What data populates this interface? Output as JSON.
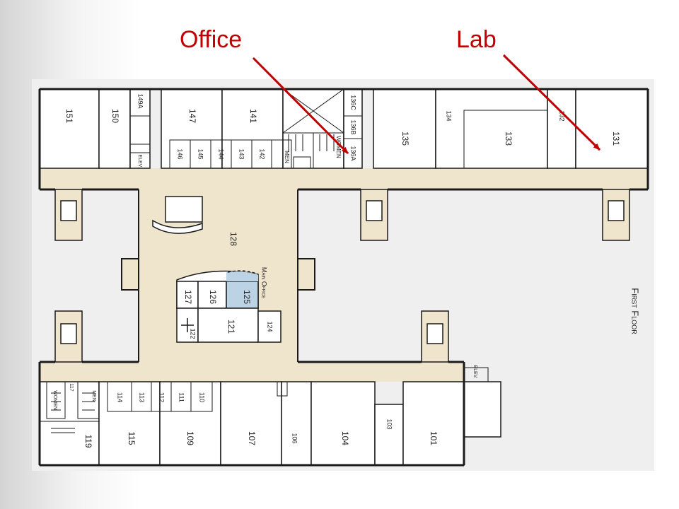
{
  "callouts": {
    "office": "Office",
    "lab": "Lab",
    "color": "#c00000"
  },
  "plan": {
    "floor_label": "First Floor",
    "main_office_label": "Main Office",
    "colors": {
      "corridor": "#efe4cc",
      "paper": "#efefef",
      "room": "#ffffff",
      "highlight": "#bcd3e6",
      "wall": "#1a1a1a"
    },
    "rooms": {
      "r151": "151",
      "r150": "150",
      "r149a": "149A",
      "r147": "147",
      "r141": "141",
      "r146": "146",
      "r145": "145",
      "r144": "144",
      "r143": "143",
      "r142": "142",
      "r136c": "136C",
      "r136b": "136B",
      "r136a": "136A",
      "r135": "135",
      "r134": "134",
      "r133": "133",
      "r132": "132",
      "r131": "131",
      "r128": "128",
      "r127": "127",
      "r126": "126",
      "r125": "125",
      "r121": "121",
      "r122": "122",
      "r124": "124",
      "r119": "119",
      "r115": "115",
      "r114": "114",
      "r113": "113",
      "r112": "112",
      "r111": "111",
      "r110": "110",
      "r109": "109",
      "r107": "107",
      "r106": "106",
      "r104": "104",
      "r103": "103",
      "r101": "101",
      "r117": "117"
    },
    "restrooms": {
      "men_top": "Men",
      "women_top": "Women",
      "men_bottom": "Men",
      "women_bottom": "Women"
    },
    "elevators": {
      "top": "Elev.",
      "bottom": "Elev."
    }
  }
}
